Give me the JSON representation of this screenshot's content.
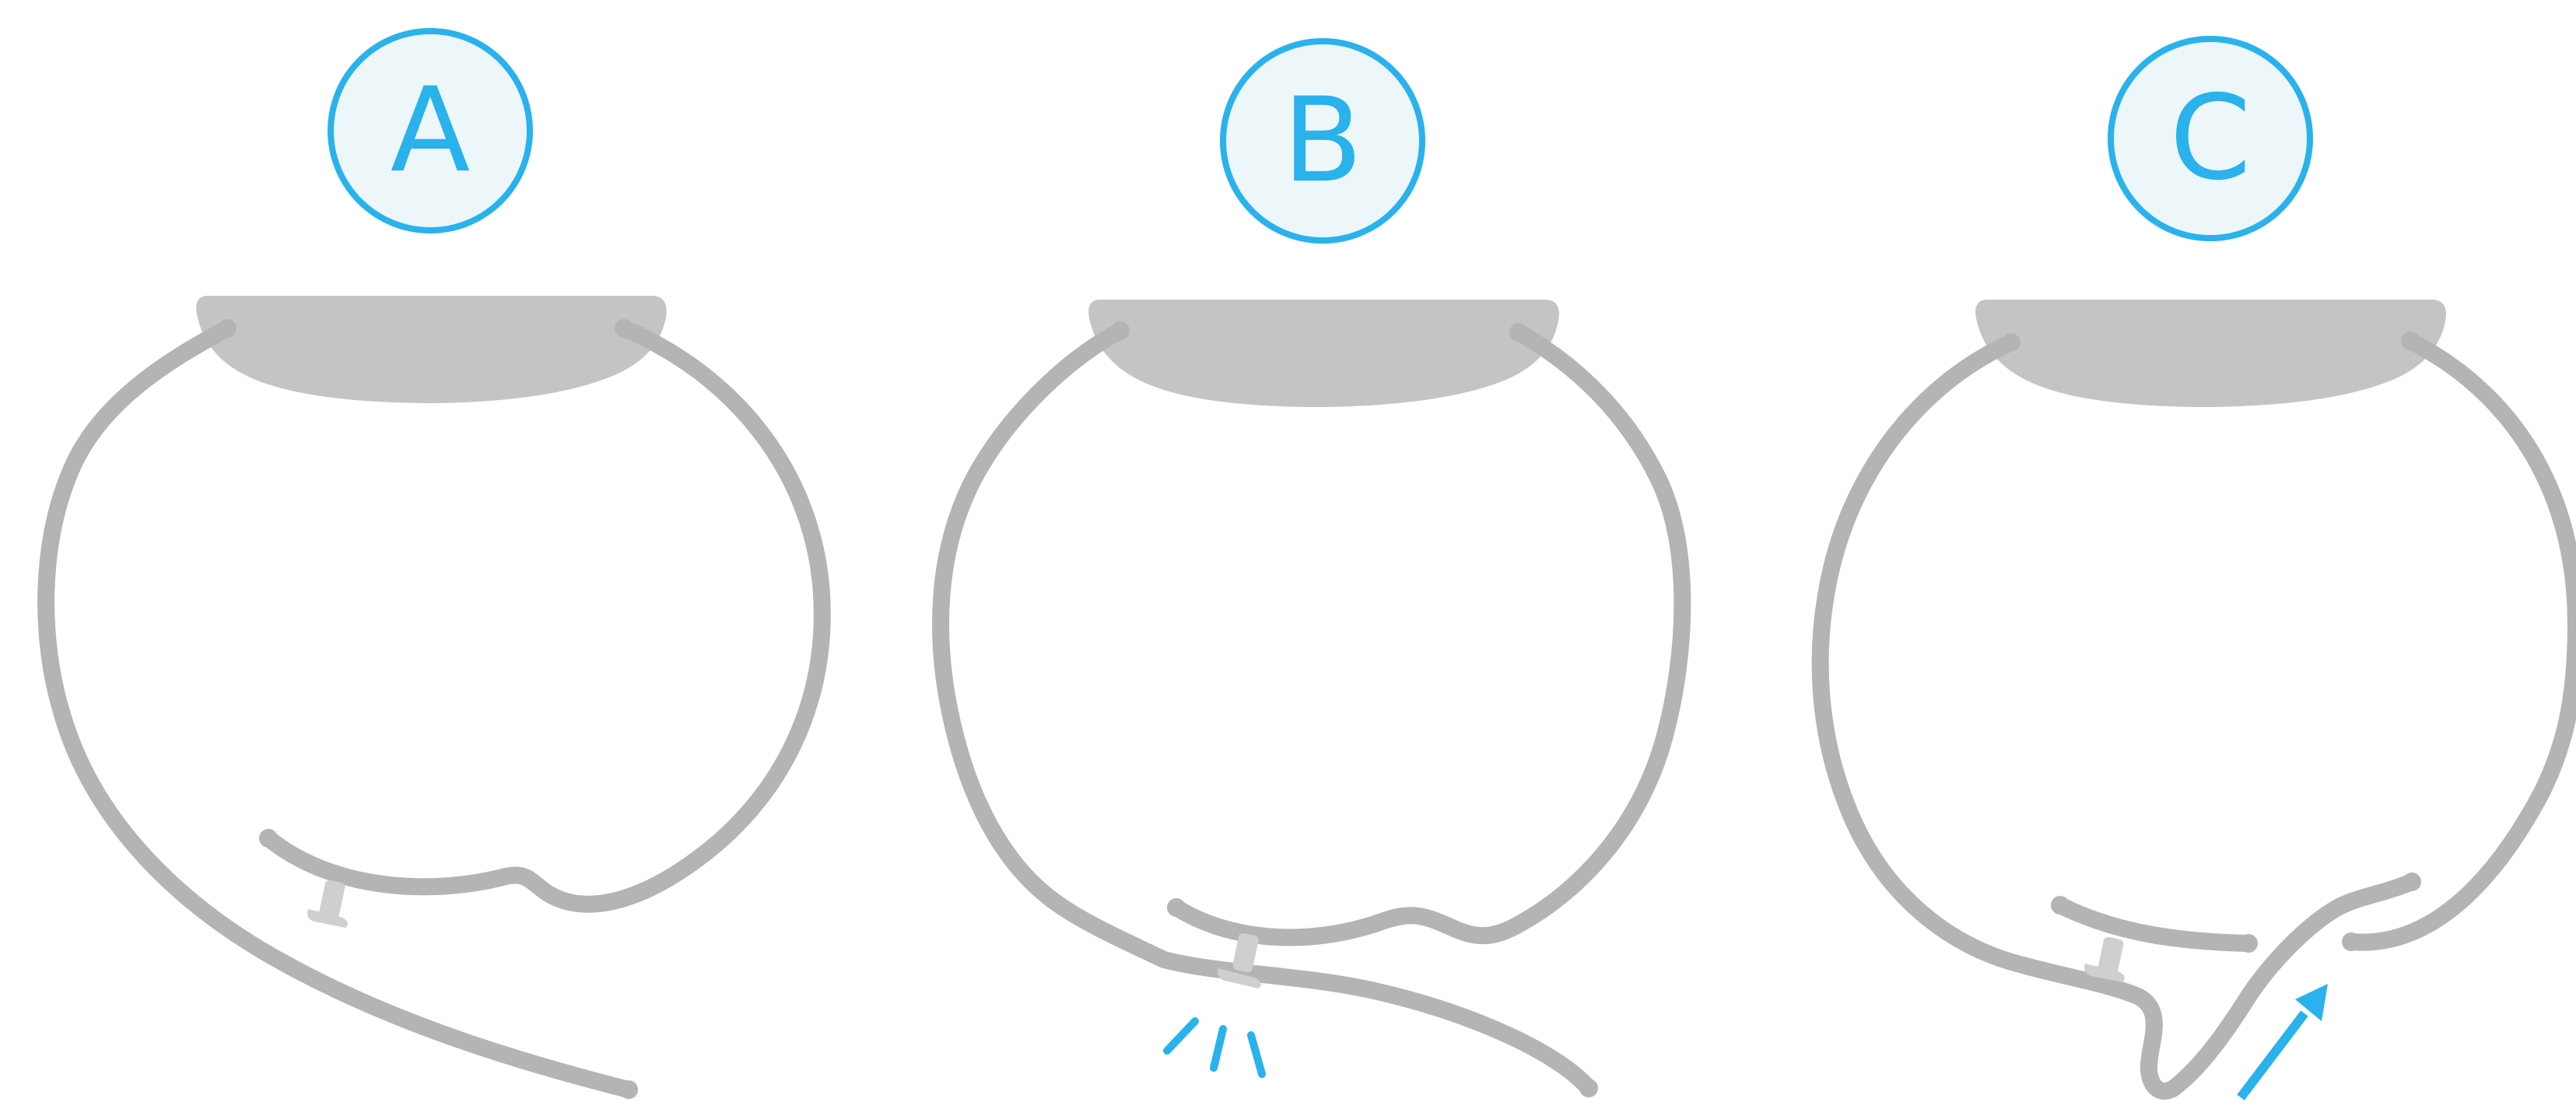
{
  "panels": [
    {
      "id": "a",
      "label": "A"
    },
    {
      "id": "b",
      "label": "B"
    },
    {
      "id": "c",
      "label": "C"
    }
  ],
  "colors": {
    "accent": "#29b2ec",
    "badge_fill": "#edf6f9",
    "cord": "#b4b4b4",
    "hood": "#c4c4c4",
    "stopper": "#cfcfcf"
  }
}
